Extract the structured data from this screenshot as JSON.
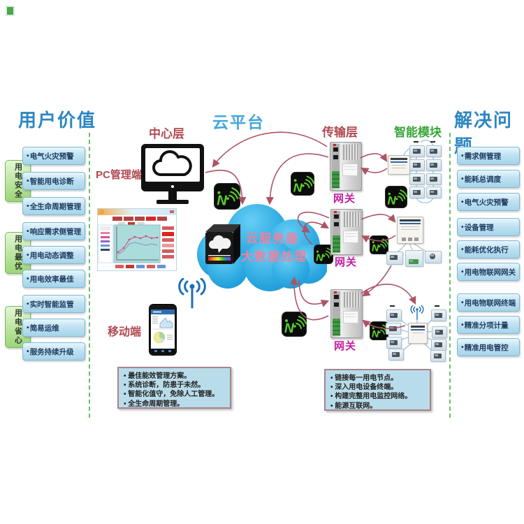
{
  "left_panel": {
    "title": "用户价值",
    "groups": [
      {
        "label": "用电安全"
      },
      {
        "label": "用电最优"
      },
      {
        "label": "用电省心"
      }
    ],
    "items": [
      "电气火灾预警",
      "智能用电诊断",
      "全生命周期管理",
      "响应需求侧管理",
      "用电动态调整",
      "用电效率最佳",
      "实时智能监管",
      "简易运维",
      "服务持续升级"
    ]
  },
  "right_panel": {
    "title": "解决问题",
    "items": [
      "需求侧管理",
      "能耗总调度",
      "电气火灾预警",
      "设备管理",
      "能耗优化执行",
      "用电物联网网关",
      "用电物联网终端",
      "精准分项计量",
      "精准用电管控"
    ]
  },
  "center": {
    "platform_title": "云平台",
    "center_layer": "中心层",
    "pc_label": "PC管理端",
    "mobile_label": "移动端",
    "cloud_line1": "云服务器",
    "cloud_line2": "大数据处理"
  },
  "network": {
    "transport_layer": "传输层",
    "smart_module": "智能模块",
    "gateways": [
      "网关",
      "网关",
      "网关"
    ]
  },
  "notes": {
    "left": [
      "最佳能效管理方案。",
      "系统诊断，防患于未然。",
      "智能化值守，免除人工管理。",
      "全生命周期管理。"
    ],
    "right": [
      "链接每一用电节点。",
      "深入用电设备终端。",
      "构建完整用电监控网络。",
      "能源互联网。"
    ]
  },
  "colors": {
    "title_blue": "#2E86C1",
    "layer_red": "#B04A52",
    "gateway_magenta": "#C11FA2",
    "module_green": "#3AA53A",
    "cloud_blue": "#2BA7E0",
    "cloud_text_pink": "#F0809F",
    "arrow_maroon": "#AC5365",
    "item_border_blue": "#7FB8D4",
    "group_border_green": "#76B957"
  }
}
